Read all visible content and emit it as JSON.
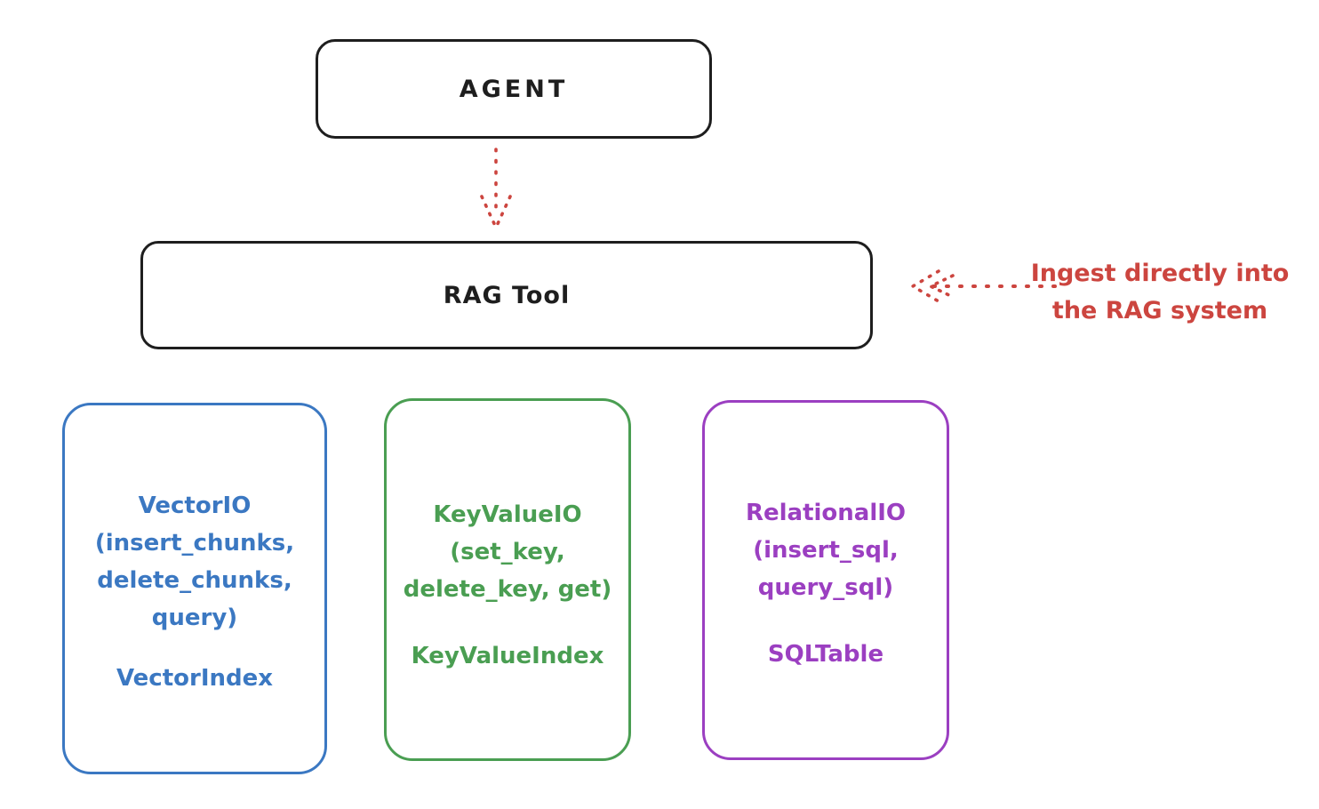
{
  "diagram_type": "hand-drawn architecture diagram",
  "colors": {
    "ink": "#1e1e1e",
    "red": "#cc453f",
    "blue": "#3b78c2",
    "green": "#4a9e52",
    "purple": "#9b3fc1",
    "background": "#ffffff"
  },
  "agent": {
    "label": "AGENT"
  },
  "rag_tool": {
    "label": "RAG Tool"
  },
  "annotation": {
    "line1": "Ingest directly into",
    "line2": "the RAG system"
  },
  "storage_boxes": [
    {
      "name": "vector-io",
      "color": "#3b78c2",
      "title_lines": [
        "VectorIO",
        "(insert_chunks,",
        "delete_chunks,",
        "query)"
      ],
      "index_label": "VectorIndex"
    },
    {
      "name": "key-value-io",
      "color": "#4a9e52",
      "title_lines": [
        "KeyValueIO",
        "(set_key,",
        "delete_key, get)"
      ],
      "index_label": "KeyValueIndex"
    },
    {
      "name": "relational-io",
      "color": "#9b3fc1",
      "title_lines": [
        "RelationalIO",
        "(insert_sql,",
        "query_sql)"
      ],
      "index_label": "SQLTable"
    }
  ]
}
